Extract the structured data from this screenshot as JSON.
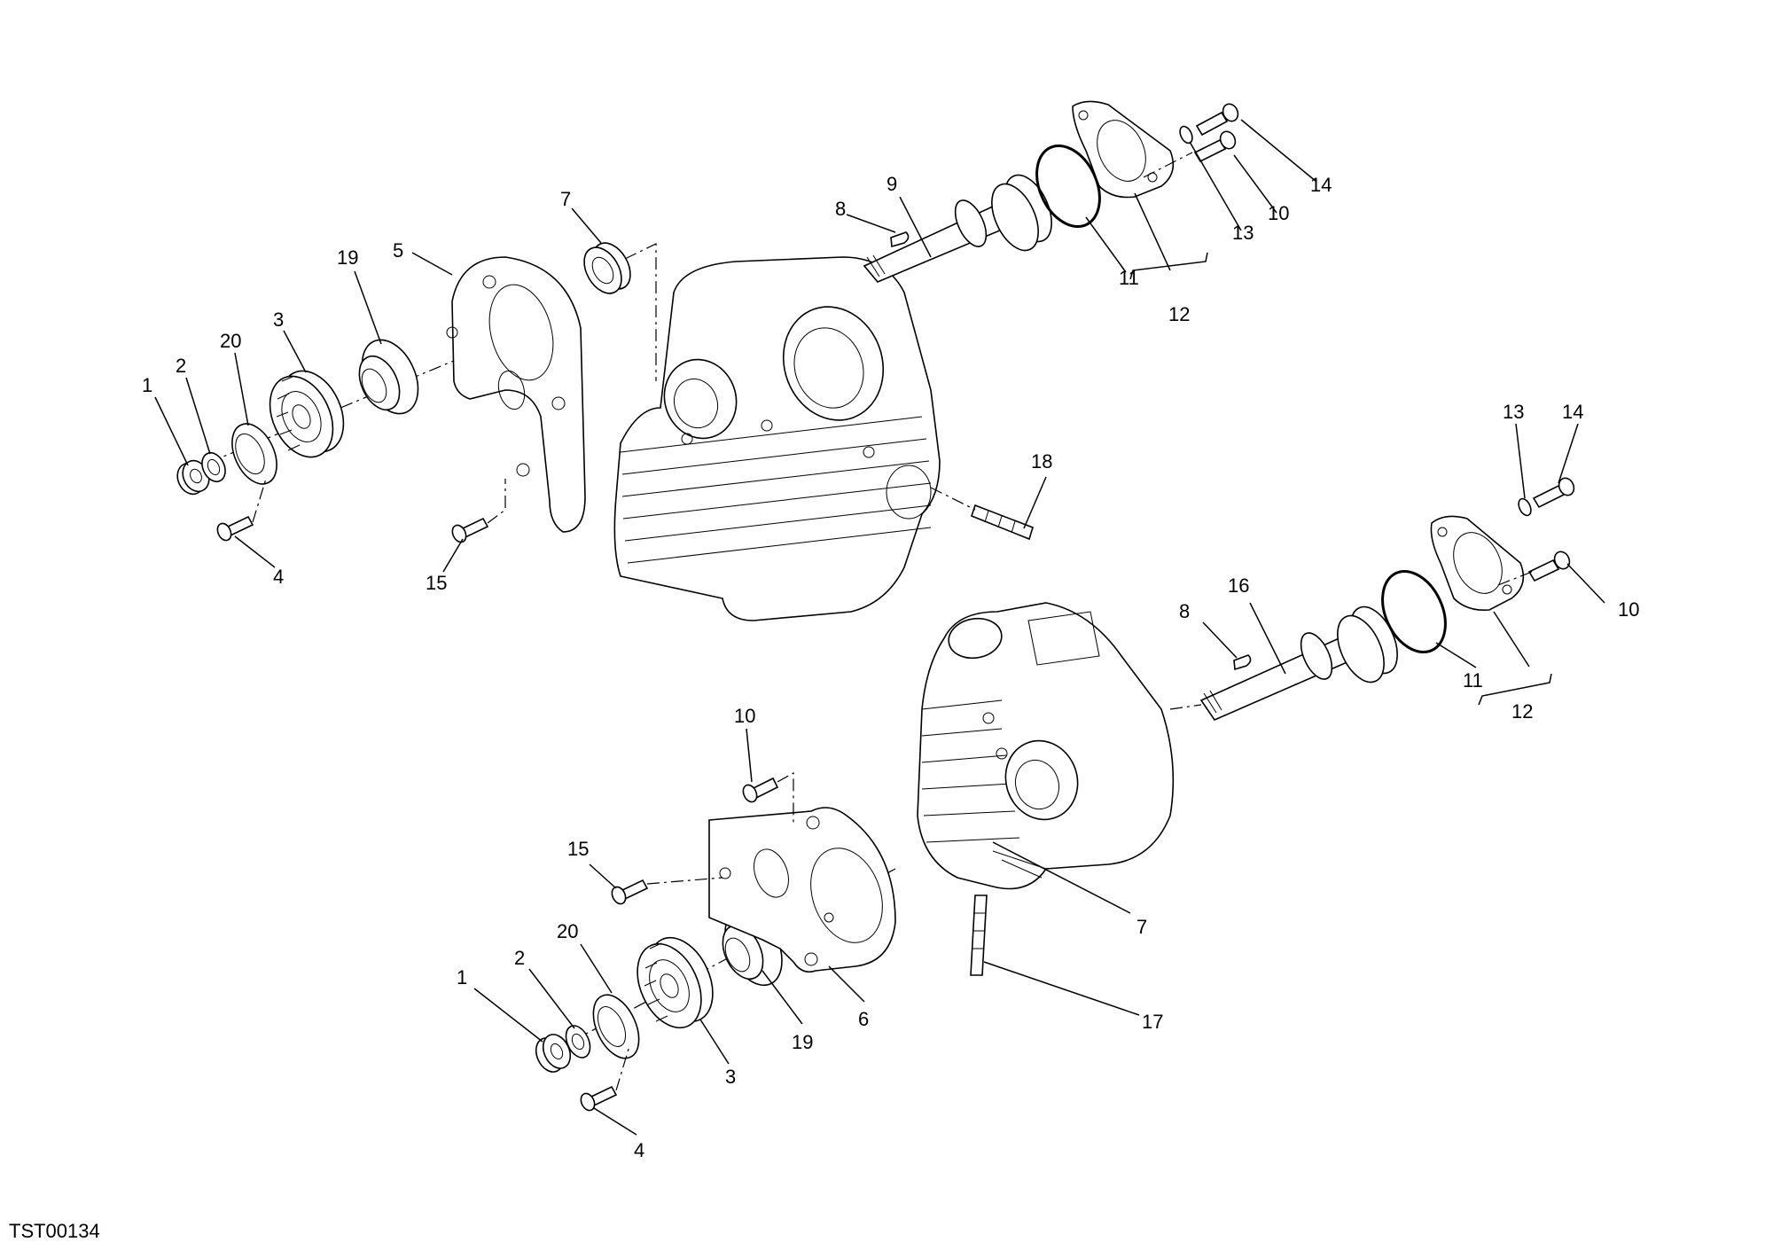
{
  "drawing_code": "TST00134",
  "labels": {
    "top": {
      "l1": "1",
      "l2": "2",
      "l20": "20",
      "l3": "3",
      "l19": "19",
      "l5": "5",
      "l7": "7",
      "l8": "8",
      "l9": "9",
      "l11": "11",
      "l12": "12",
      "l13": "13",
      "l10": "10",
      "l14": "14",
      "l4": "4",
      "l15": "15",
      "l18": "18"
    },
    "bottom": {
      "l1": "1",
      "l2": "2",
      "l20": "20",
      "l3": "3",
      "l19": "19",
      "l6": "6",
      "l7": "7",
      "l8": "8",
      "l16": "16",
      "l11": "11",
      "l12": "12",
      "l13": "13",
      "l14": "14",
      "l10": "10",
      "l10b": "10",
      "l15": "15",
      "l4": "4",
      "l17": "17"
    }
  }
}
